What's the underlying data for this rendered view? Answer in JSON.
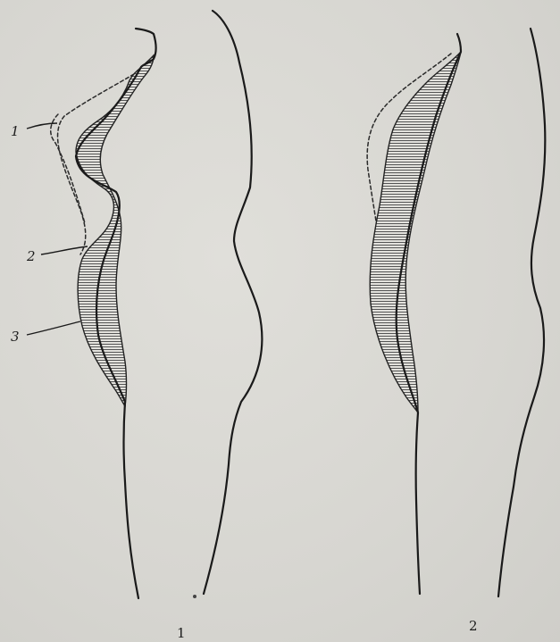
{
  "figure": {
    "panels": [
      {
        "label": "1"
      },
      {
        "label": "2"
      }
    ],
    "callouts": [
      {
        "label": "1"
      },
      {
        "label": "2"
      },
      {
        "label": "3"
      }
    ]
  }
}
